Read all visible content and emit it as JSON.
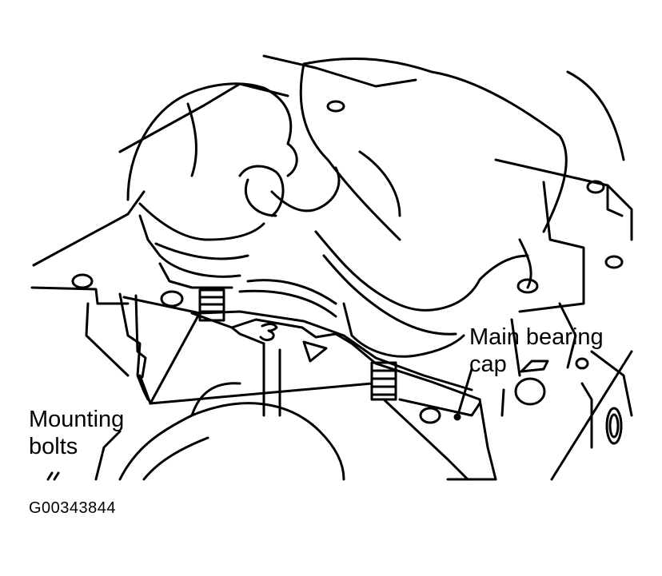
{
  "callouts": {
    "main_bearing_cap": {
      "line1": "Main bearing",
      "line2": "cap"
    },
    "mounting_bolts": {
      "line1": "Mounting",
      "line2": "bolts"
    }
  },
  "figure_code": "G00343844",
  "colors": {
    "ink": "#000000",
    "paper": "#ffffff"
  }
}
